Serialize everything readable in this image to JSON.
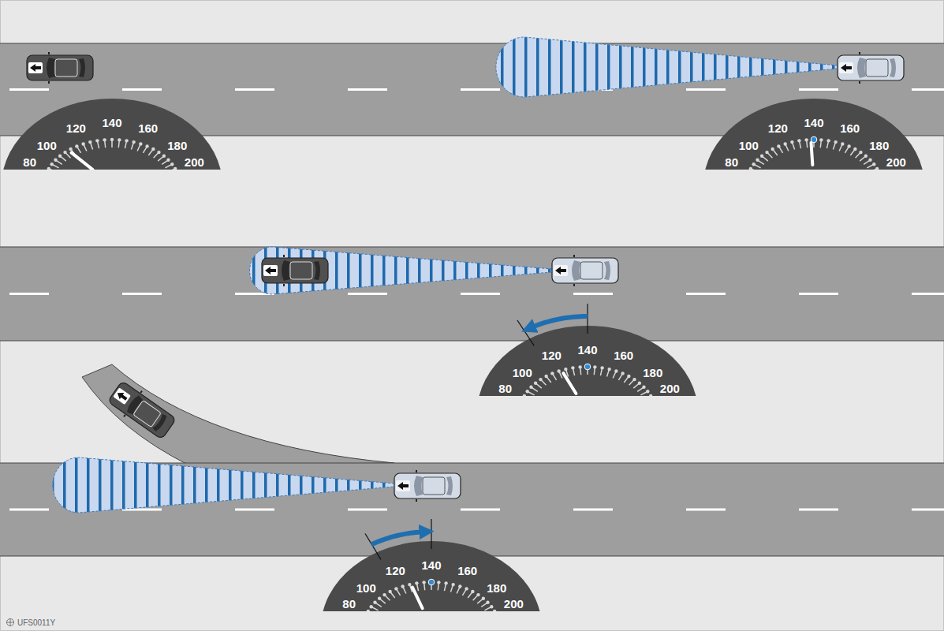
{
  "diagram": {
    "labels": [
      "80",
      "100",
      "120",
      "140",
      "160",
      "180",
      "200",
      "80",
      "100",
      "120",
      "140",
      "160",
      "180",
      "200",
      "80",
      "100",
      "120",
      "140",
      "160",
      "180",
      "200",
      "80",
      "100",
      "120",
      "140",
      "160",
      "180",
      "200",
      "UFS0011Y"
    ]
  }
}
